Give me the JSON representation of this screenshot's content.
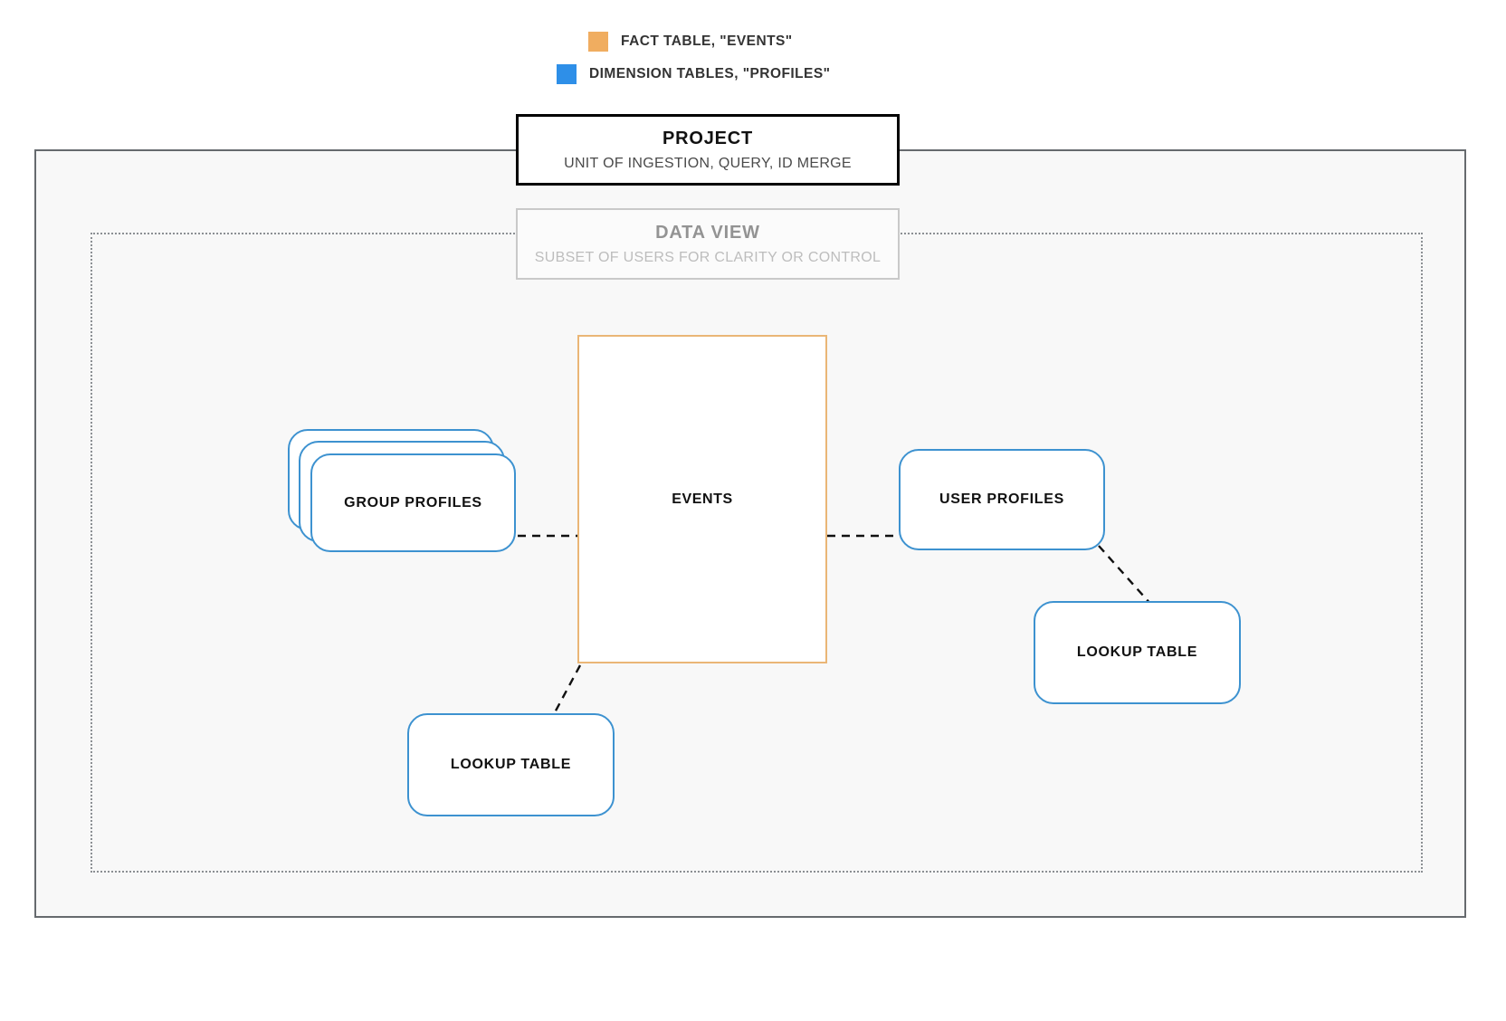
{
  "legend": {
    "items": [
      {
        "id": "fact",
        "label": "FACT TABLE, \"EVENTS\"",
        "color": "#f0ad60",
        "icon": "square-swatch-icon"
      },
      {
        "id": "dimension",
        "label": "DIMENSION TABLES, \"PROFILES\"",
        "color": "#2e8fe8",
        "icon": "square-swatch-icon"
      }
    ]
  },
  "project": {
    "title": "PROJECT",
    "subtitle": "UNIT OF INGESTION, QUERY, ID MERGE",
    "border_color": "#000000"
  },
  "data_view": {
    "title": "DATA VIEW",
    "subtitle": "SUBSET OF USERS FOR CLARITY OR CONTROL",
    "border_color": "#c9c9c9"
  },
  "nodes": {
    "events": {
      "label": "EVENTS",
      "type": "fact-table",
      "border_color": "#eab676",
      "shape": "rectangle"
    },
    "group_profiles": {
      "label": "GROUP PROFILES",
      "type": "dimension-table",
      "border_color": "#3d92d0",
      "shape": "stacked-rounded-rectangle",
      "stack_count": 3
    },
    "user_profiles": {
      "label": "USER PROFILES",
      "type": "dimension-table",
      "border_color": "#3d92d0",
      "shape": "rounded-rectangle"
    },
    "lookup_table_left": {
      "label": "LOOKUP TABLE",
      "type": "dimension-table",
      "border_color": "#3d92d0",
      "shape": "rounded-rectangle"
    },
    "lookup_table_right": {
      "label": "LOOKUP TABLE",
      "type": "dimension-table",
      "border_color": "#3d92d0",
      "shape": "rounded-rectangle"
    }
  },
  "connectors": [
    {
      "from": "group_profiles",
      "to": "events",
      "style": "dashed",
      "color": "#111111"
    },
    {
      "from": "events",
      "to": "user_profiles",
      "style": "dashed",
      "color": "#111111"
    },
    {
      "from": "user_profiles",
      "to": "lookup_table_right",
      "style": "dashed",
      "color": "#111111"
    },
    {
      "from": "events",
      "to": "lookup_table_left",
      "style": "dashed",
      "color": "#111111"
    }
  ],
  "frames": {
    "project_frame": {
      "style": "solid",
      "color": "#666a6e",
      "fill": "#f8f8f8"
    },
    "data_view_frame": {
      "style": "dotted",
      "color": "#8b8f93",
      "fill": "transparent"
    }
  }
}
